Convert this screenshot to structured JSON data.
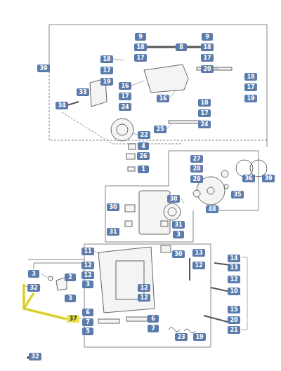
{
  "diagram": {
    "nodes": [
      {
        "text": [
          "39"
        ]
      },
      {
        "text": [
          "9"
        ]
      },
      {
        "text": [
          "9"
        ]
      },
      {
        "text": [
          "18"
        ]
      },
      {
        "text": [
          "8"
        ]
      },
      {
        "text": [
          "18"
        ]
      },
      {
        "text": [
          "17"
        ]
      },
      {
        "text": [
          "17"
        ]
      },
      {
        "text": [
          "18"
        ]
      },
      {
        "text": [
          "17"
        ]
      },
      {
        "text": [
          "19"
        ]
      },
      {
        "text": [
          "20"
        ]
      },
      {
        "text": [
          "18"
        ]
      },
      {
        "text": [
          "17"
        ]
      },
      {
        "text": [
          "16"
        ]
      },
      {
        "text": [
          "33"
        ]
      },
      {
        "text": [
          "17"
        ]
      },
      {
        "text": [
          "19"
        ]
      },
      {
        "text": [
          "16"
        ]
      },
      {
        "text": [
          "18"
        ]
      },
      {
        "text": [
          "34"
        ]
      },
      {
        "text": [
          "24"
        ]
      },
      {
        "text": [
          "17"
        ]
      },
      {
        "text": [
          "24"
        ]
      },
      {
        "text": [
          "25"
        ]
      },
      {
        "text": [
          "22"
        ]
      },
      {
        "text": [
          "4"
        ]
      },
      {
        "text": [
          "26"
        ]
      },
      {
        "text": [
          "27"
        ]
      },
      {
        "text": [
          "28"
        ]
      },
      {
        "text": [
          "1"
        ]
      },
      {
        "text": [
          "36"
        ]
      },
      {
        "text": [
          "39"
        ]
      },
      {
        "text": [
          "29"
        ]
      },
      {
        "text": [
          "35"
        ]
      },
      {
        "text": [
          "38"
        ]
      },
      {
        "text": [
          "30"
        ]
      },
      {
        "text": [
          "48"
        ]
      },
      {
        "text": [
          "31"
        ]
      },
      {
        "text": [
          "31"
        ]
      },
      {
        "text": [
          "3"
        ]
      },
      {
        "text": [
          "11"
        ]
      },
      {
        "text": [
          "13"
        ]
      },
      {
        "text": [
          "30"
        ]
      },
      {
        "text": [
          "14"
        ]
      },
      {
        "text": [
          "12"
        ]
      },
      {
        "text": [
          "12"
        ]
      },
      {
        "text": [
          "13"
        ]
      },
      {
        "text": [
          "3"
        ]
      },
      {
        "text": [
          "12"
        ]
      },
      {
        "text": [
          "2"
        ]
      },
      {
        "text": [
          "12"
        ]
      },
      {
        "text": [
          "3"
        ]
      },
      {
        "text": [
          "32"
        ]
      },
      {
        "text": [
          "12"
        ]
      },
      {
        "text": [
          "10"
        ]
      },
      {
        "text": [
          "12"
        ]
      },
      {
        "text": [
          "3"
        ]
      },
      {
        "text": [
          "15"
        ]
      },
      {
        "text": [
          "6"
        ]
      },
      {
        "text": [
          "37"
        ]
      },
      {
        "text": [
          "6"
        ]
      },
      {
        "text": [
          "20"
        ]
      },
      {
        "text": [
          "7"
        ]
      },
      {
        "text": [
          "7"
        ]
      },
      {
        "text": [
          "21"
        ]
      },
      {
        "text": [
          "5"
        ]
      },
      {
        "text": [
          "23"
        ]
      },
      {
        "text": [
          "19"
        ]
      },
      {
        "text": [
          "32"
        ]
      }
    ]
  }
}
